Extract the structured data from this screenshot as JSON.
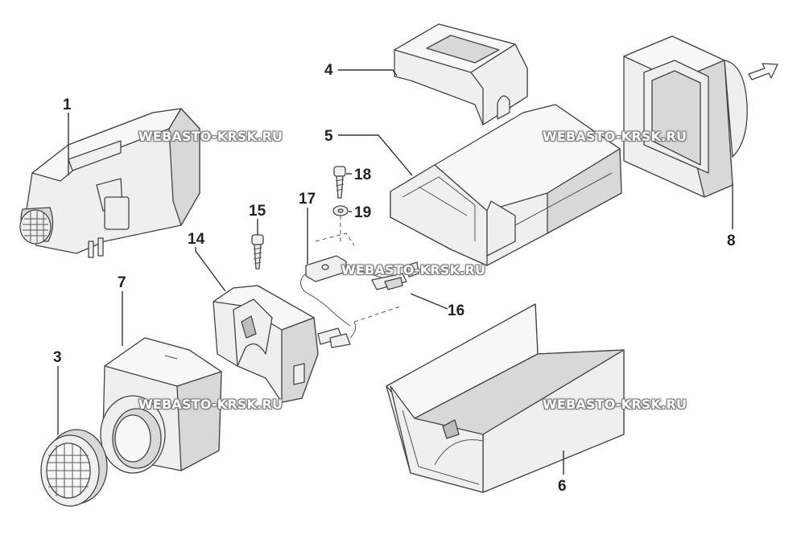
{
  "callouts": {
    "c1": "1",
    "c3": "3",
    "c4": "4",
    "c5": "5",
    "c6": "6",
    "c7": "7",
    "c8": "8",
    "c14": "14",
    "c15": "15",
    "c16": "16",
    "c17": "17",
    "c18": "18",
    "c19": "19"
  },
  "watermarks": {
    "w1": "WEBASTO-KRSK.RU",
    "w2": "WEBASTO-KRSK.RU",
    "w3": "WEBASTO-KRSK.RU",
    "w4": "WEBASTO-KRSK.RU",
    "w5": "WEBASTO-KRSK.RU"
  }
}
